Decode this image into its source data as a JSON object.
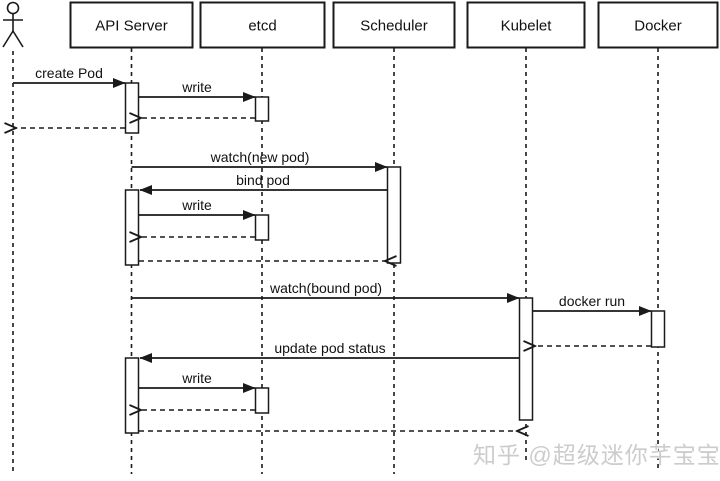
{
  "diagram": {
    "type": "uml-sequence",
    "participants": [
      "API Server",
      "etcd",
      "Scheduler",
      "Kubelet",
      "Docker"
    ],
    "actor": {
      "role": "client"
    },
    "messages": [
      {
        "from": "actor",
        "to": "API Server",
        "label": "create Pod",
        "type": "sync"
      },
      {
        "from": "API Server",
        "to": "etcd",
        "label": "write",
        "type": "sync"
      },
      {
        "from": "etcd",
        "to": "API Server",
        "label": "",
        "type": "return"
      },
      {
        "from": "API Server",
        "to": "actor",
        "label": "",
        "type": "return"
      },
      {
        "from": "API Server",
        "to": "Scheduler",
        "label": "watch(new pod)",
        "type": "sync"
      },
      {
        "from": "Scheduler",
        "to": "API Server",
        "label": "bind pod",
        "type": "sync"
      },
      {
        "from": "API Server",
        "to": "etcd",
        "label": "write",
        "type": "sync"
      },
      {
        "from": "etcd",
        "to": "API Server",
        "label": "",
        "type": "return"
      },
      {
        "from": "API Server",
        "to": "Scheduler",
        "label": "",
        "type": "return"
      },
      {
        "from": "API Server",
        "to": "Kubelet",
        "label": "watch(bound pod)",
        "type": "sync"
      },
      {
        "from": "Kubelet",
        "to": "Docker",
        "label": "docker run",
        "type": "sync"
      },
      {
        "from": "Docker",
        "to": "Kubelet",
        "label": "",
        "type": "return"
      },
      {
        "from": "Kubelet",
        "to": "API Server",
        "label": "update pod status",
        "type": "sync"
      },
      {
        "from": "API Server",
        "to": "etcd",
        "label": "write",
        "type": "sync"
      },
      {
        "from": "etcd",
        "to": "API Server",
        "label": "",
        "type": "return"
      },
      {
        "from": "API Server",
        "to": "Kubelet",
        "label": "",
        "type": "return"
      }
    ],
    "watermark": "知乎 @超级迷你芊宝宝",
    "colors": {
      "line": "#1a1a1a",
      "background": "#ffffff",
      "box_fill": "#ffffff",
      "watermark": "#cccccc"
    }
  }
}
